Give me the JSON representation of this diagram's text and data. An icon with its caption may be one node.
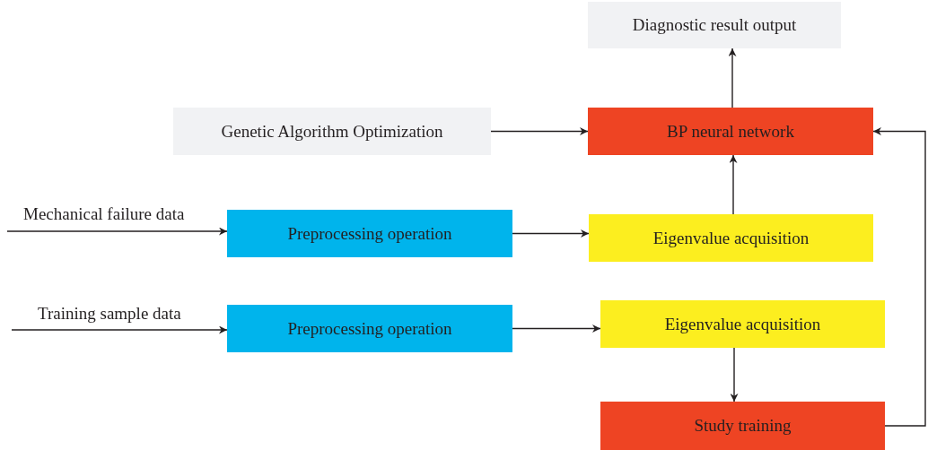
{
  "diagram": {
    "nodes": [
      {
        "text": [
          "Diagnostic result output"
        ]
      },
      {
        "text": [
          "Genetic Algorithm Optimization"
        ]
      },
      {
        "text": [
          "BP neural network"
        ]
      },
      {
        "text": [
          "Preprocessing operation"
        ]
      },
      {
        "text": [
          "Eigenvalue acquisition"
        ]
      },
      {
        "text": [
          "Preprocessing operation"
        ]
      },
      {
        "text": [
          "Eigenvalue acquisition"
        ]
      },
      {
        "text": [
          "Study training"
        ]
      }
    ],
    "edges": [
      {
        "from": 2,
        "to": 0,
        "arrow": "to"
      },
      {
        "from": 1,
        "to": 2,
        "arrow": "to"
      },
      {
        "from": null,
        "to": 3,
        "arrow": "to",
        "label": "Mechanical failure data"
      },
      {
        "from": 3,
        "to": 4,
        "arrow": "to"
      },
      {
        "from": 4,
        "to": 2,
        "arrow": "to"
      },
      {
        "from": null,
        "to": 5,
        "arrow": "to",
        "label": "Training sample data"
      },
      {
        "from": 5,
        "to": 6,
        "arrow": "to"
      },
      {
        "from": 6,
        "to": 7,
        "arrow": "to"
      },
      {
        "from": 7,
        "to": 2,
        "arrow": "to"
      }
    ]
  }
}
